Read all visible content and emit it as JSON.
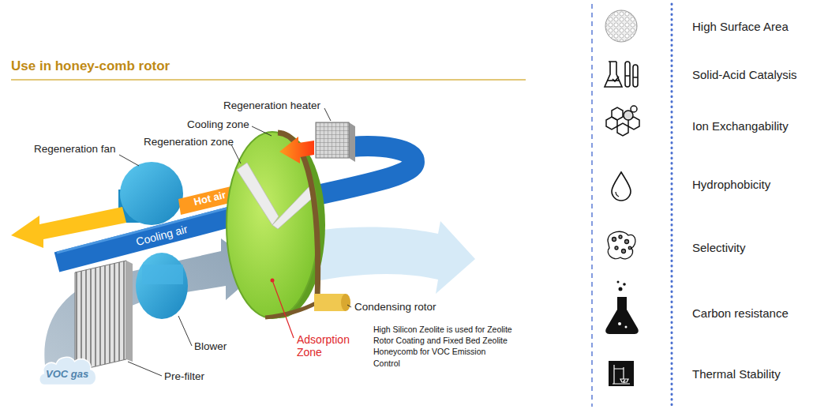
{
  "diagram": {
    "title": "Use in honey-comb rotor",
    "nodes": [
      {
        "text": [
          "VOC gas"
        ]
      }
    ],
    "labels": [
      "Regeneration heater",
      "Cooling zone",
      "Regeneration zone",
      "Regeneration fan",
      "Hot air",
      "Cooling air",
      "Condensing rotor",
      "Blower",
      "Adsorption Zone",
      "Pre-filter",
      "High Silicon Zeolite is used for Zeolite Rotor Coating and Fixed Bed Zeolite Honeycomb for VOC Emission Control"
    ],
    "legend": [
      {
        "text": "High Surface Area"
      },
      {
        "text": "Solid-Acid Catalysis"
      },
      {
        "text": "Ion Exchangability"
      },
      {
        "text": "Hydrophobicity"
      },
      {
        "text": "Selectivity"
      },
      {
        "text": "Carbon resistance"
      },
      {
        "text": "Thermal Stability"
      }
    ]
  }
}
